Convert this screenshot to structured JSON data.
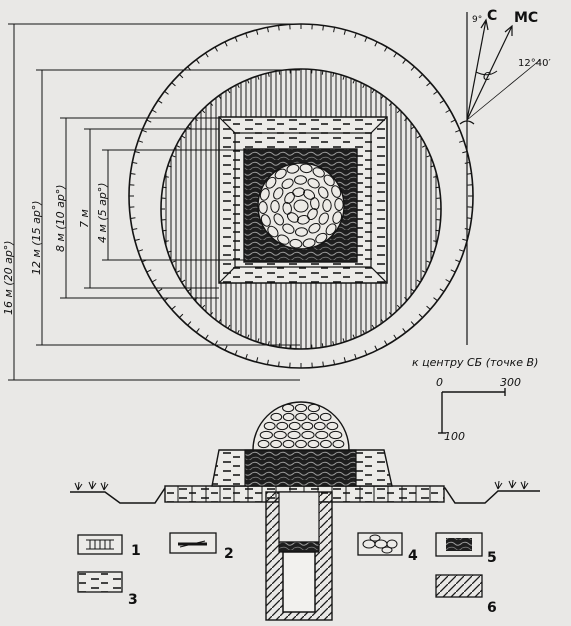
{
  "plan": {
    "dimensions": [
      {
        "id": "d16",
        "label": "16 м (20 ар°)"
      },
      {
        "id": "d12",
        "label": "12 м (15 ар°)"
      },
      {
        "id": "d8",
        "label": "8 м (10 ар°)"
      },
      {
        "id": "d7",
        "label": "7 м"
      },
      {
        "id": "d4",
        "label": "4 м (5 ар°)"
      }
    ],
    "direction_note": "к центру СБ (точке В)"
  },
  "compass": {
    "north_label": "С",
    "magnetic_label": "МС",
    "deviation_label": "9°",
    "declination_label": "12°40′",
    "arc_label": "С"
  },
  "scale": {
    "zero": "0",
    "horizontal": "300",
    "vertical": "100"
  },
  "legend": {
    "items": [
      "1",
      "2",
      "3",
      "4",
      "5",
      "6"
    ]
  },
  "colors": {
    "ink": "#141414",
    "paper": "#e9e8e6",
    "dark_fill": "#1e1e1e"
  }
}
